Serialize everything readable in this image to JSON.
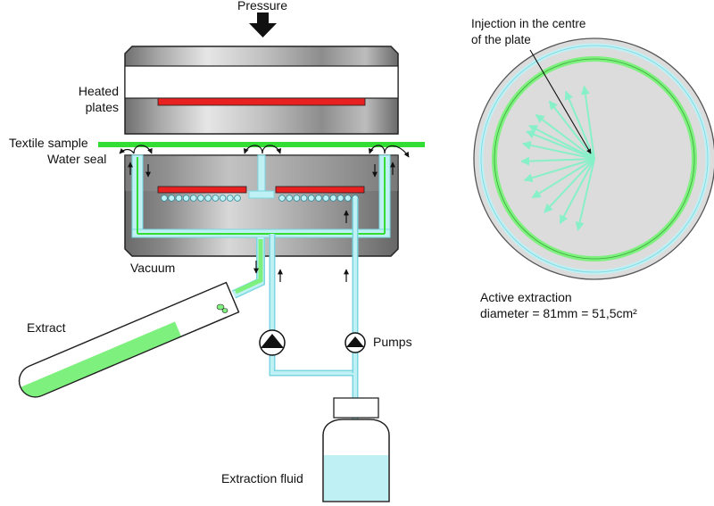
{
  "labels": {
    "pressure": "Pressure",
    "heated_line1": "Heated",
    "heated_line2": "plates",
    "textile_sample": "Textile sample",
    "water_seal": "Water seal",
    "vacuum": "Vacuum",
    "extract": "Extract",
    "pumps": "Pumps",
    "extraction_fluid": "Extraction fluid",
    "injection_line1": "Injection in the centre",
    "injection_line2": "of the plate",
    "active_line1": "Active extraction",
    "active_line2": "diameter = 81mm = 51,5cm²"
  },
  "colors": {
    "textile": "#33dd33",
    "heater": "#e82020",
    "fluid": "#bff0f3",
    "fluid_stroke": "#7ad6e0",
    "extract": "#7ef07e",
    "arrow_green": "#88f0c8",
    "plate_gray": "#a9a9a9"
  }
}
